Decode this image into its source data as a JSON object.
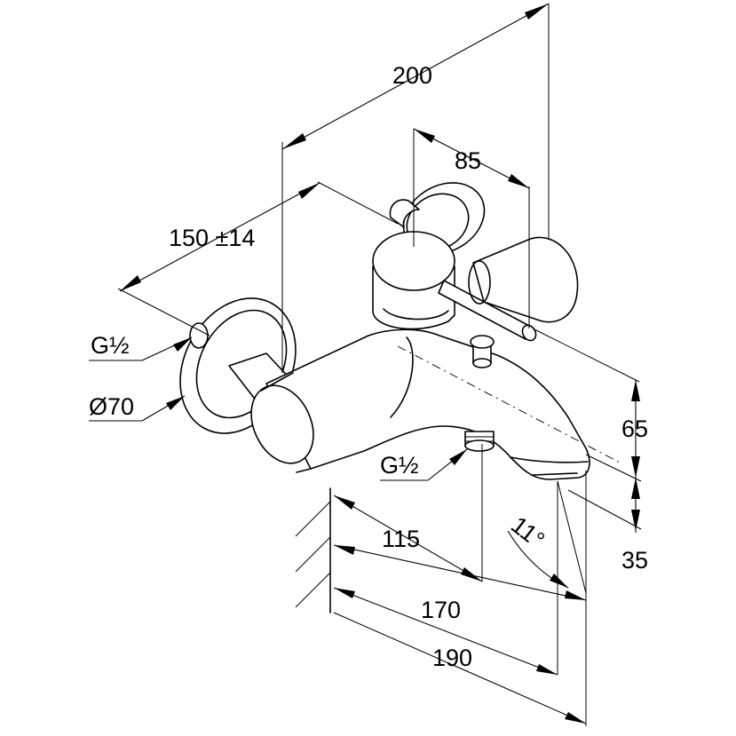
{
  "dimensions": {
    "overall_height": "200",
    "spindle_offset": "85",
    "connection_centres": "150 ±14",
    "connection_thread_left": "G½",
    "flange_diameter": "Ø70",
    "connection_thread_bottom": "G½",
    "height_upper": "65",
    "height_lower": "35",
    "projection_115": "115",
    "projection_170": "170",
    "projection_190": "190",
    "spout_angle": "11°"
  }
}
